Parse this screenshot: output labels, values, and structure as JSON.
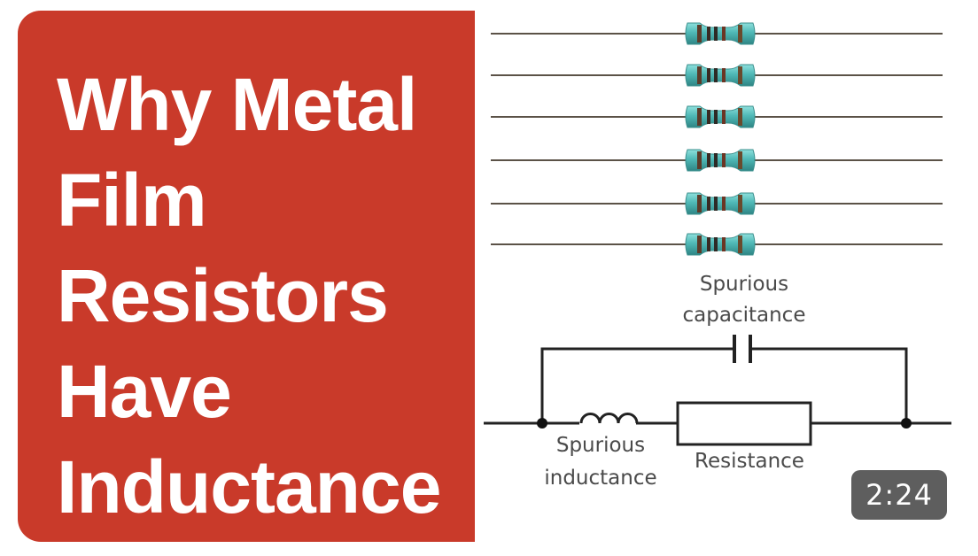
{
  "thumbnail": {
    "title_lines": [
      "Why Metal",
      "Film",
      "Resistors",
      "Have",
      "Inductance"
    ],
    "duration": "2:24",
    "colors": {
      "panel": "#c93a2a",
      "title_text": "#ffffff",
      "resistor_body": "#4fb8b6",
      "duration_badge": "#5e5e5e"
    }
  },
  "diagram": {
    "capacitor_label_line1": "Spurious",
    "capacitor_label_line2": "capacitance",
    "inductor_label_line1": "Spurious",
    "inductor_label_line2": "inductance",
    "resistor_label": "Resistance"
  }
}
